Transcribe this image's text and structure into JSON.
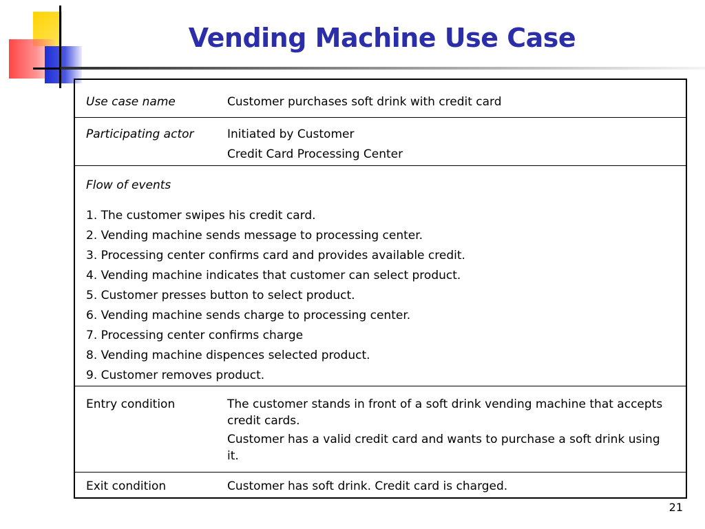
{
  "slide": {
    "title": "Vending Machine Use Case",
    "number": "21"
  },
  "use_case": {
    "name_label": "Use case name",
    "name_value": "Customer purchases soft drink with credit card",
    "actor_label": "Participating actor",
    "actor_values": [
      "Initiated by Customer",
      "Credit Card Processing Center"
    ],
    "flow_label": "Flow of events",
    "flow_steps": [
      "1. The customer swipes his credit card.",
      "2. Vending machine sends message to processing center.",
      "3. Processing center confirms card and provides available credit.",
      "4. Vending machine indicates that customer can select product.",
      "5. Customer presses button to select product.",
      "6. Vending machine sends charge to processing center.",
      "7. Processing center confirms charge",
      "8. Vending machine dispences selected product.",
      "9. Customer removes product."
    ],
    "entry_label": "Entry condition",
    "entry_values": [
      "The customer stands in front of a soft drink vending machine that accepts credit cards.",
      "Customer has a valid credit card and wants to purchase a soft drink using it."
    ],
    "exit_label": "Exit condition",
    "exit_value": "Customer has soft drink.  Credit card is charged."
  },
  "colors": {
    "title": "#2b2ea8",
    "logo_yellow": "#ffd400",
    "logo_red": "#ff3c3c",
    "logo_blue": "#1f2fd6"
  }
}
